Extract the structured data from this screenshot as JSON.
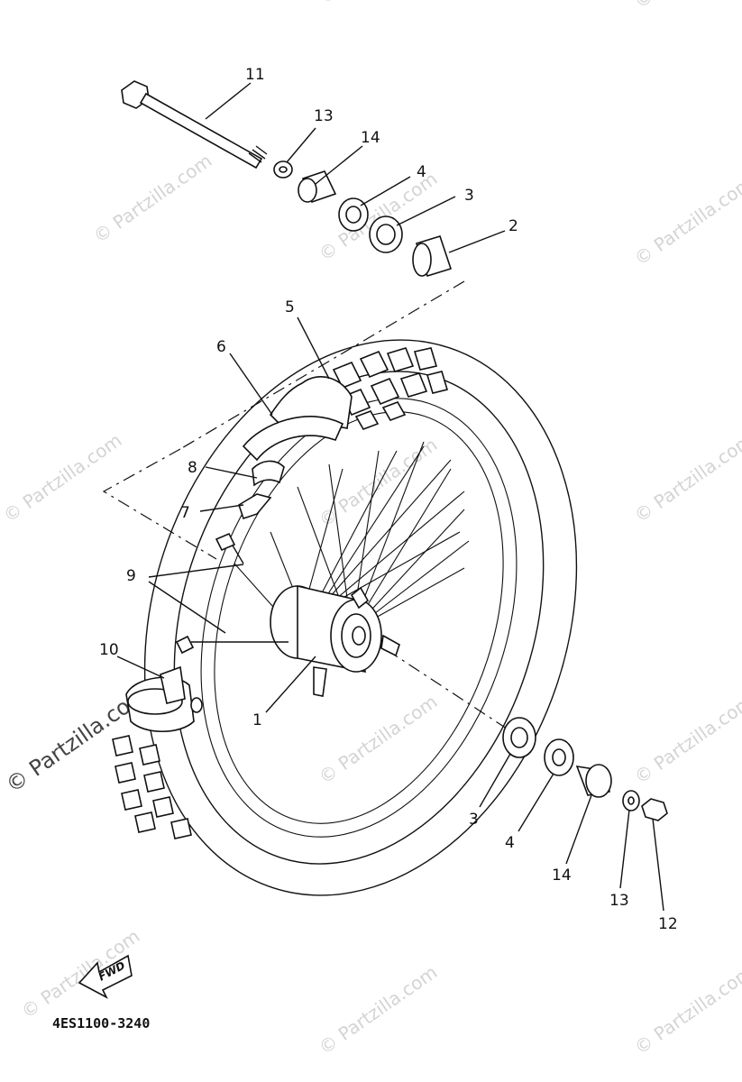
{
  "diagram": {
    "part_code": "4ES1100-3240",
    "fwd_label": "FWD",
    "watermark": "© Partzilla.com",
    "callouts": [
      {
        "id": "11",
        "text": "11"
      },
      {
        "id": "13a",
        "text": "13"
      },
      {
        "id": "14a",
        "text": "14"
      },
      {
        "id": "4a",
        "text": "4"
      },
      {
        "id": "3a",
        "text": "3"
      },
      {
        "id": "2",
        "text": "2"
      },
      {
        "id": "5",
        "text": "5"
      },
      {
        "id": "6",
        "text": "6"
      },
      {
        "id": "8",
        "text": "8"
      },
      {
        "id": "7",
        "text": "7"
      },
      {
        "id": "9",
        "text": "9"
      },
      {
        "id": "10",
        "text": "10"
      },
      {
        "id": "1",
        "text": "1"
      },
      {
        "id": "3b",
        "text": "3"
      },
      {
        "id": "4b",
        "text": "4"
      },
      {
        "id": "14b",
        "text": "14"
      },
      {
        "id": "13b",
        "text": "13"
      },
      {
        "id": "12",
        "text": "12"
      }
    ]
  }
}
